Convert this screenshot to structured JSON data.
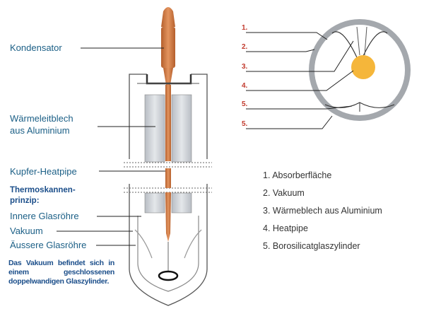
{
  "left_labels": {
    "kondensator": "Kondensator",
    "waermeleitblech_1": "Wärmeleitblech",
    "waermeleitblech_2": "aus Aluminium",
    "kupfer": "Kupfer-Heatpipe",
    "thermo_1": "Thermoskannen-",
    "thermo_2": "prinzip:",
    "innere": "Innere Glasröhre",
    "vakuum": "Vakuum",
    "aeussere": "Äussere Glasröhre",
    "paragraph": "Das Vakuum befindet sich in einem geschlossenen doppelwandigen Glaszylinder."
  },
  "numbers": [
    "1.",
    "2.",
    "3.",
    "4.",
    "5.",
    "5."
  ],
  "legend": [
    "1. Absorberfläche",
    "2. Vakuum",
    "3. Wärmeblech aus Aluminium",
    "4. Heatpipe",
    "5. Borosilicatglaszylinder"
  ],
  "colors": {
    "label_blue": "#1b5f86",
    "number_red": "#c23a2d",
    "copper": "#c9733d",
    "aluminium": "#c9cdd3",
    "absorber": "#f5b63a"
  }
}
